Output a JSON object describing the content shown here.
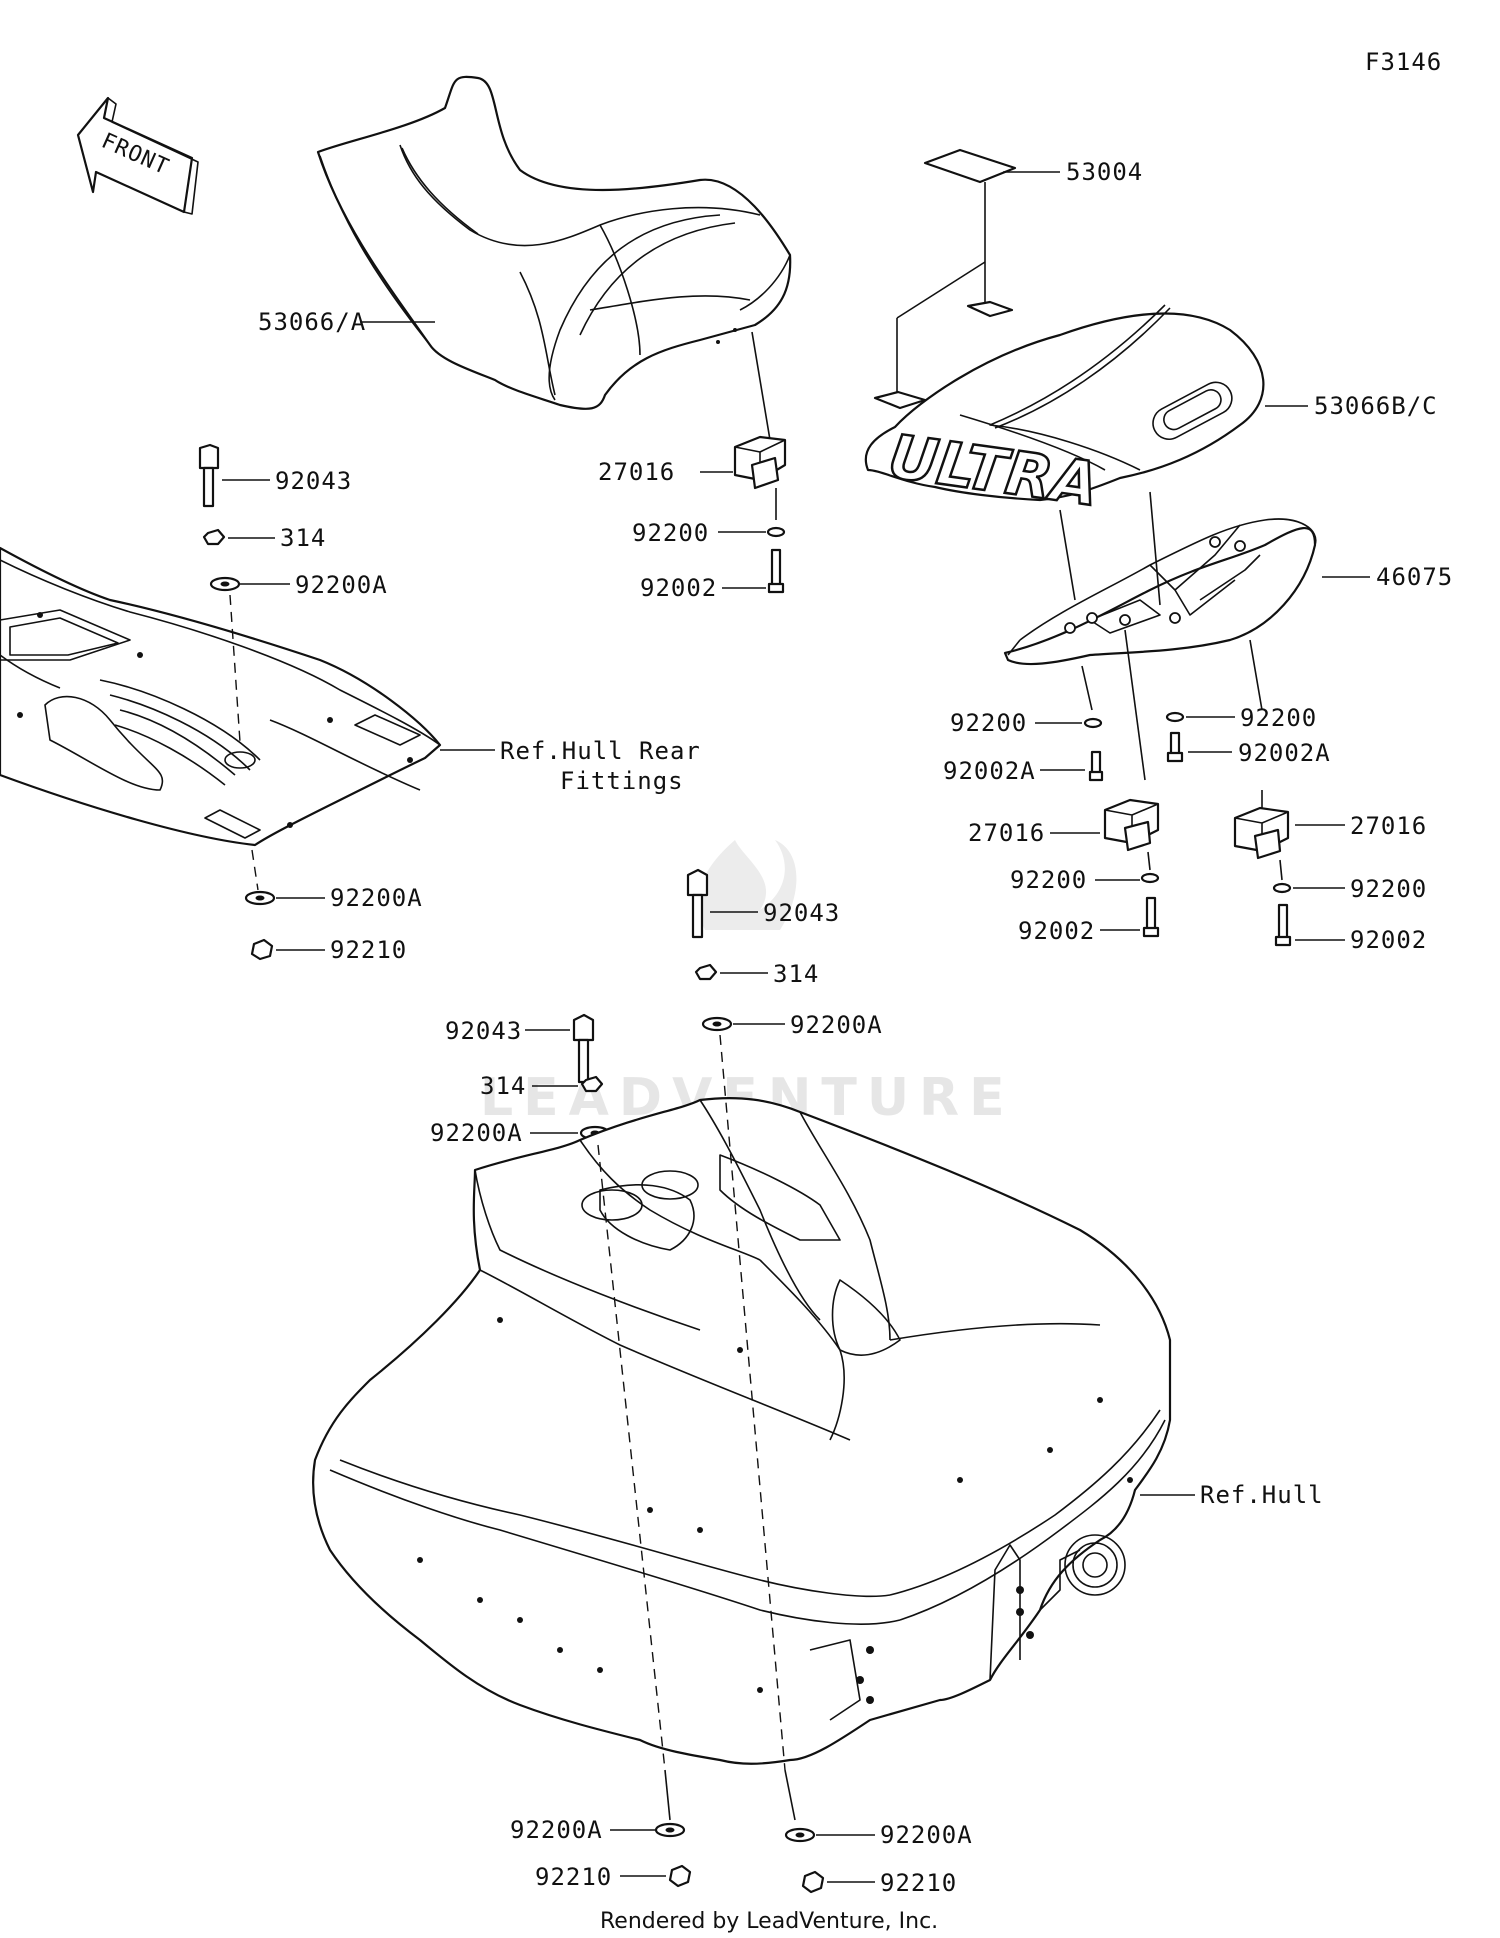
{
  "figure_code": "F3146",
  "front_arrow_label": "FRONT",
  "watermark": "LEADVENTURE",
  "footer": "Rendered by LeadVenture, Inc.",
  "labels": {
    "seat_front": "53066/A",
    "seat_rear": "53066B/C",
    "pad": "53004",
    "grip": "46075",
    "bracket_a": "27016",
    "bracket_b": "27016",
    "bracket_c": "27016",
    "washer_92200_a": "92200",
    "washer_92200_b": "92200",
    "washer_92200_c": "92200",
    "washer_92200_d": "92200",
    "washer_92200_e": "92200",
    "bolt_92002_a": "92002",
    "bolt_92002_b": "92002",
    "bolt_92002_c": "92002",
    "bolt_92002a_a": "92002A",
    "bolt_92002a_b": "92002A",
    "stud_92043_a": "92043",
    "stud_92043_b": "92043",
    "stud_92043_c": "92043",
    "nut_314_a": "314",
    "nut_314_b": "314",
    "nut_314_c": "314",
    "washer_92200a_a": "92200A",
    "washer_92200a_b": "92200A",
    "washer_92200a_c": "92200A",
    "washer_92200a_d": "92200A",
    "washer_92200a_e": "92200A",
    "washer_92200a_f": "92200A",
    "nut_92210_a": "92210",
    "nut_92210_b": "92210",
    "nut_92210_c": "92210",
    "ref_hull_rear_1": "Ref.Hull Rear",
    "ref_hull_rear_2": "Fittings",
    "ref_hull": "Ref.Hull",
    "seat_logo": "ULTRA"
  }
}
